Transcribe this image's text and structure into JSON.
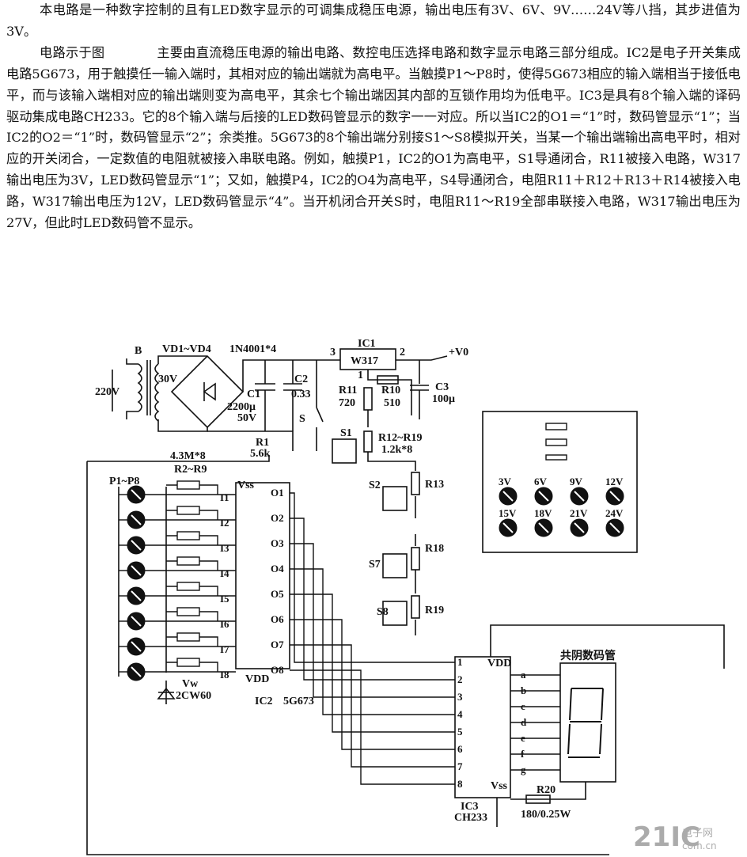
{
  "article": {
    "paragraphs": [
      "本电路是一种数字控制的且有LED数字显示的可调集成稳压电源，输出电压有3V、6V、9V……24V等八挡，其步进值为3V。",
      "电路示于图　　　　主要由直流稳压电源的输出电路、数控电压选择电路和数字显示电路三部分组成。IC2是电子开关集成电路5G673，用于触摸任一输入端时，其相对应的输出端就为高电平。当触摸P1～P8时，使得5G673相应的输入端相当于接低电平，而与该输入端相对应的输出端则变为高电平，其余七个输出端因其内部的互锁作用均为低电平。IC3是具有8个输入端的译码驱动集成电路CH233。它的8个输入端与后接的LED数码管显示的数字一一对应。所以当IC2的O1＝“1”时，数码管显示“1”；当IC2的O2＝“1”时，数码管显示“2”；余类推。5G673的8个输出端分别接S1～S8模拟开关，当某一个输出端输出高电平时，相对应的开关闭合，一定数值的电阻就被接入串联电路。例如，触摸P1，IC2的O1为高电平，S1导通闭合，R11被接入电路，W317输出电压为3V，LED数码管显示“1”；又如，触摸P4，IC2的O4为高电平，S4导通闭合，电阻R11＋R12＋R13＋R14被接入电路，W317输出电压为12V，LED数码管显示“4”。当开机闭合开关S时，电阻R11～R19全部串联接入电路，W317输出电压为27V，但此时LED数码管不显示。"
    ]
  },
  "diagram": {
    "transformer": {
      "ref": "B",
      "primary": "220V",
      "secondary": "30V"
    },
    "bridge": {
      "ref": "VD1~VD4",
      "part": "1N4001*4"
    },
    "c1": {
      "ref": "C1",
      "value": "2200μ",
      "voltage": "50V"
    },
    "c2": {
      "ref": "C2",
      "value": "0.33"
    },
    "switch_s": "S",
    "ic1": {
      "ref": "IC1",
      "part": "W317",
      "pin_in": "3",
      "pin_out": "2",
      "pin_adj": "1"
    },
    "output_label": "+V0",
    "c3": {
      "ref": "C3",
      "value": "100μ"
    },
    "r11": {
      "ref": "R11",
      "value": "720"
    },
    "r10": {
      "ref": "R10",
      "value": "510"
    },
    "r1": {
      "ref": "R1",
      "value": "5.6k"
    },
    "r2_r9": {
      "value": "4.3M*8",
      "ref": "R2~R9"
    },
    "r12_r19": {
      "ref": "R12~R19",
      "value": "1.2k*8"
    },
    "touch_pads": "P1~P8",
    "ic2": {
      "ref": "IC2",
      "part": "5G673",
      "vss": "Vss",
      "vdd": "VDD",
      "inputs": [
        "I1",
        "I2",
        "I3",
        "I4",
        "I5",
        "I6",
        "I7",
        "I8"
      ],
      "outputs": [
        "O1",
        "O2",
        "O3",
        "O4",
        "O5",
        "O6",
        "O7",
        "O8"
      ]
    },
    "analog_switches": [
      "S1",
      "S2",
      "S7",
      "S8"
    ],
    "series_resistors": [
      "R13",
      "R18",
      "R19"
    ],
    "zener": {
      "ref": "Vw",
      "part": "2CW60"
    },
    "ic3": {
      "ref": "IC3",
      "part": "CH233",
      "vdd": "VDD",
      "vss": "Vss",
      "inputs": [
        "1",
        "2",
        "3",
        "4",
        "5",
        "6",
        "7",
        "8"
      ],
      "segments": [
        "a",
        "b",
        "c",
        "d",
        "e",
        "f",
        "g"
      ]
    },
    "display_label": "共阴数码管",
    "r20": {
      "ref": "R20",
      "value": "180/0.25W"
    },
    "panel_buttons": [
      "3V",
      "6V",
      "9V",
      "12V",
      "15V",
      "18V",
      "21V",
      "24V"
    ],
    "watermark": {
      "brand": "21IC",
      "cn": "电子网",
      "url": "com.cn"
    }
  }
}
